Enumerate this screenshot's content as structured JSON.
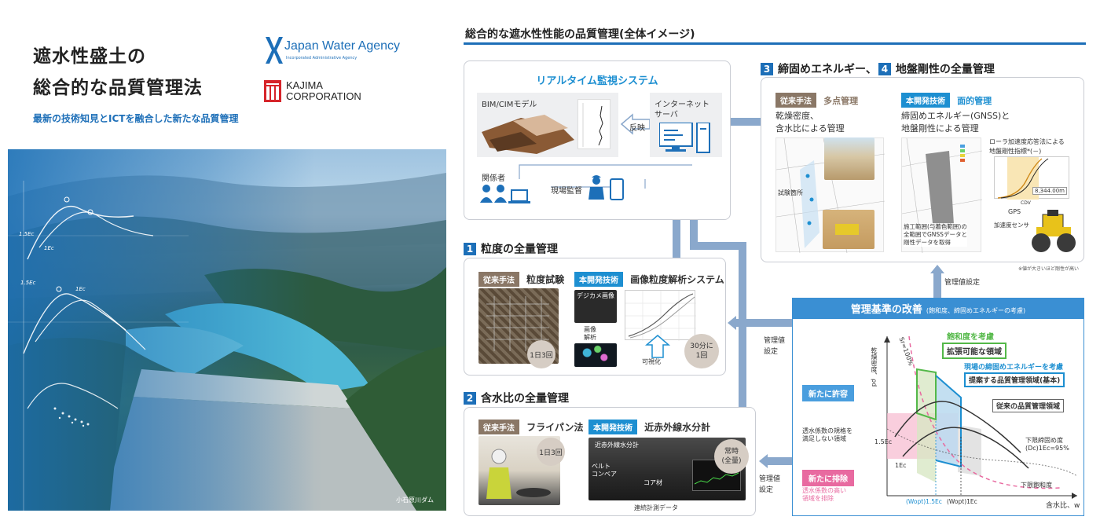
{
  "brand": {
    "title_line1": "遮水性盛土の",
    "title_line2": "総合的な品質管理法",
    "subtitle": "最新の技術知見とICTを融合した新たな品質管理",
    "jwa_name": "Japan Water Agency",
    "jwa_sub": "Incorporated Administrative Agency",
    "kajima_line1": "KAJIMA",
    "kajima_line2": "CORPORATION",
    "photo_caption": "小石原川ダム",
    "curve_label_1": "1.5Ec",
    "curve_label_2": "1Ec",
    "curve_label_3": "1.5Ec",
    "curve_label_4": "1Ec"
  },
  "diagram_title": "総合的な遮水性性能の品質管理(全体イメージ)",
  "realtime": {
    "title": "リアルタイム監視システム",
    "bim_label": "BIM/CIMモデル",
    "reflect_label": "反映",
    "server_line1": "インターネット",
    "server_line2": "サーバ",
    "stakeholders": "関係者",
    "supervisor": "現場監督"
  },
  "section1": {
    "num": "1",
    "title": "粒度の全量管理",
    "old_tag": "従来手法",
    "old_label": "粒度試験",
    "old_freq": "1日3回",
    "new_tag": "本開発技術",
    "new_label": "画像粒度解析システム",
    "camera_label": "デジカメ画像",
    "analysis_line1": "画像",
    "analysis_line2": "解析",
    "visualize": "可視化",
    "new_freq_line1": "30分に",
    "new_freq_line2": "1回"
  },
  "section2": {
    "num": "2",
    "title": "含水比の全量管理",
    "old_tag": "従来手法",
    "old_label": "フライパン法",
    "old_freq": "1日3回",
    "new_tag": "本開発技術",
    "new_label": "近赤外線水分計",
    "meter_label": "近赤外線水分計",
    "belt_line1": "ベルト",
    "belt_line2": "コンベア",
    "core_label": "コア材",
    "continuous_label": "連続計測データ",
    "always_line1": "常時",
    "always_line2": "(全量)"
  },
  "section34": {
    "num3": "3",
    "mid_text": "締固めエネルギー、",
    "num4": "4",
    "title": "地盤剛性の全量管理",
    "old_tag": "従来手法",
    "old_label": "多点管理",
    "old_desc1": "乾燥密度、",
    "old_desc2": "含水比による管理",
    "test_points": "試験箇所",
    "new_tag": "本開発技術",
    "new_label": "面的管理",
    "new_desc1": "締固めエネルギー(GNSS)と",
    "new_desc2": "地盤剛性による管理",
    "roller_line1": "ローラ加速度応答法による",
    "roller_line2": "地盤剛性指標*(－)",
    "value_box": "8,344.00m",
    "cdv": "CDV",
    "gps": "GPS",
    "accel": "加速度センサ",
    "area_note1": "施工範囲(与着色範囲)の",
    "area_note2": "全範囲でGNSSデータと",
    "area_note3": "剛性データを取得",
    "footnote": "※値が大きいほど剛性が高い"
  },
  "flow_labels": {
    "mgmt_value_setting": "管理値設定",
    "mgmt_value_1a": "管理値",
    "mgmt_value_1b": "設定",
    "mgmt_value_2a": "管理値",
    "mgmt_value_2b": "設定"
  },
  "criteria": {
    "title": "管理基準の改善",
    "title_sub": "(飽和度、締固めエネルギーの考慮)",
    "sr_label": "Sr=100%",
    "y_axis": "乾燥密度、ρd",
    "x_axis": "含水比、w",
    "consider_sat": "飽和度を考慮",
    "expandable": "拡張可能な領域",
    "consider_energy": "現場の締固めエネルギーを考慮",
    "proposed": "提案する品質管理領域(基本)",
    "conventional": "従来の品質管理領域",
    "newly_allowed": "新たに許容",
    "newly_excluded": "新たに排除",
    "perm_unmet_line1": "透水係数の規格を",
    "perm_unmet_line2": "満足しない領域",
    "perm_high_line1": "透水係数の高い",
    "perm_high_line2": "領域を排除",
    "ec15": "1.5Ec",
    "ec1": "1Ec",
    "lower_density_line1": "下限締固め度",
    "lower_density_line2": "(Dc)1Ec=95%",
    "lower_saturation": "下限飽和度",
    "wopt15": "(Wopt)1.5Ec",
    "wopt1": "(Wopt)1Ec"
  },
  "colors": {
    "accent_blue": "#1d6fb8",
    "header_blue": "#3a8fd3",
    "light_blue": "#4a9ede",
    "old_tag": "#8a7766",
    "new_tag": "#1d8fd1",
    "pink": "#e86aa0",
    "green": "#53b848",
    "pipe": "#8aa8cc"
  }
}
